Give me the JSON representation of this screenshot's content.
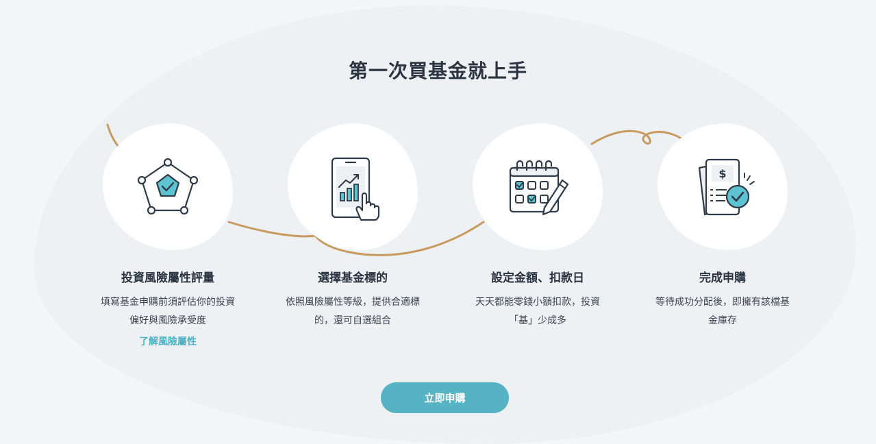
{
  "section": {
    "title": "第一次買基金就上手"
  },
  "steps": [
    {
      "title": "投資風險屬性評量",
      "desc": "填寫基金申購前須評估你的投資偏好與風險承受度",
      "link": "了解風險屬性",
      "icon": "pentagon-shield-icon"
    },
    {
      "title": "選擇基金標的",
      "desc": "依照風險屬性等級，提供合適標的，還可自選組合",
      "icon": "tablet-chart-hand-icon"
    },
    {
      "title": "設定金額、扣款日",
      "desc": "天天都能零錢小額扣款，投資「基」少成多",
      "icon": "calendar-pencil-icon"
    },
    {
      "title": "完成申購",
      "desc": "等待成功分配後，即擁有該檔基金庫存",
      "icon": "document-check-icon"
    }
  ],
  "cta": {
    "label": "立即申購"
  },
  "colors": {
    "accent": "#56b3c4",
    "link": "#4bb2c5",
    "curve": "#c79a5e",
    "icon_stroke": "#2f3a47",
    "icon_fill": "#5ec3d0"
  }
}
